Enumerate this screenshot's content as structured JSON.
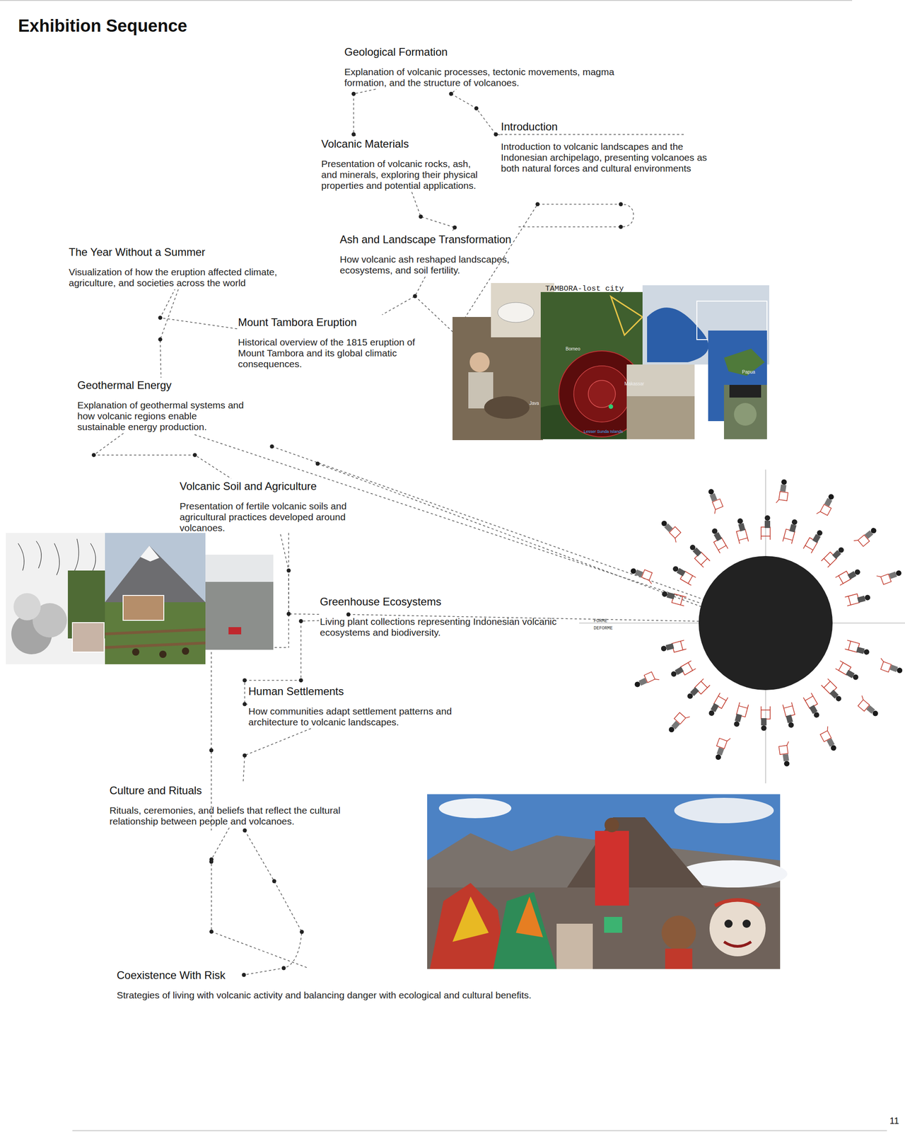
{
  "diagram": {
    "title": "Exhibition Sequence",
    "nodes": [
      {
        "text": [
          "Geological Formation",
          "Explanation of volcanic processes, tectonic movements, magma formation, and the structure of volcanoes."
        ]
      },
      {
        "text": [
          "Introduction",
          "Introduction to volcanic landscapes and the Indonesian archipelago, presenting volcanoes as both natural forces and cultural environments"
        ]
      },
      {
        "text": [
          "Volcanic Materials",
          "Presentation of volcanic rocks, ash, and minerals, exploring their physical properties and potential applications."
        ]
      },
      {
        "text": [
          "Ash and Landscape Transformation",
          "How volcanic ash reshaped landscapes, ecosystems, and soil fertility."
        ]
      },
      {
        "text": [
          "The Year Without a Summer",
          "Visualization of how the eruption affected climate, agriculture, and societies across the world"
        ]
      },
      {
        "text": [
          "Mount Tambora Eruption",
          "Historical overview of the 1815 eruption of Mount Tambora and its global climatic consequences."
        ]
      },
      {
        "text": [
          "Geothermal Energy",
          "Explanation of geothermal systems and how volcanic regions enable sustainable energy production."
        ]
      },
      {
        "text": [
          "Volcanic Soil and Agriculture",
          "Presentation of fertile volcanic soils and agricultural practices developed around volcanoes."
        ]
      },
      {
        "text": [
          "Greenhouse Ecosystems",
          "Living plant collections representing Indonesian volcanic ecosystems and biodiversity."
        ]
      },
      {
        "text": [
          "Human Settlements",
          "How communities adapt settlement patterns and architecture to volcanic landscapes."
        ]
      },
      {
        "text": [
          "Culture and Rituals",
          "Rituals, ceremonies, and beliefs that reflect the cultural relationship between people and volcanoes."
        ]
      },
      {
        "text": [
          "Coexistence With Risk",
          "Strategies of living with volcanic activity and balancing danger with ecological and cultural benefits."
        ]
      }
    ],
    "edges": [
      {
        "from": 1,
        "to": 0,
        "arrow": "none"
      },
      {
        "from": 0,
        "to": 2,
        "arrow": "none"
      },
      {
        "from": 2,
        "to": 3,
        "arrow": "none"
      },
      {
        "from": 3,
        "to": 5,
        "arrow": "none"
      },
      {
        "from": 5,
        "to": 4,
        "arrow": "none"
      },
      {
        "from": 4,
        "to": 6,
        "arrow": "none"
      },
      {
        "from": 6,
        "to": 7,
        "arrow": "none"
      },
      {
        "from": 7,
        "to": 8,
        "arrow": "none"
      },
      {
        "from": 8,
        "to": 9,
        "arrow": "none"
      },
      {
        "from": 9,
        "to": 10,
        "arrow": "none"
      },
      {
        "from": 10,
        "to": 11,
        "arrow": "none"
      }
    ],
    "labels": [
      "TAMBORA-lost city",
      "Borneo",
      "Makassar",
      "Java",
      "Lesser Sunda Islands",
      "Papua",
      "FORME",
      "DEFORME",
      "11"
    ]
  }
}
